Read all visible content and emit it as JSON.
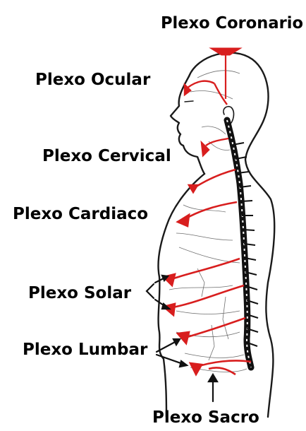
{
  "labels": {
    "coronario": "Plexo Coronario",
    "ocular": "Plexo Ocular",
    "cervical": "Plexo Cervical",
    "cardiaco": "Plexo Cardiaco",
    "solar": "Plexo Solar",
    "lumbar": "Plexo Lumbar",
    "sacro": "Plexo Sacro"
  },
  "colors": {
    "outline": "#1a1a1a",
    "plexus": "#d81e1e",
    "spine": "#111111",
    "nerve": "#555555"
  }
}
